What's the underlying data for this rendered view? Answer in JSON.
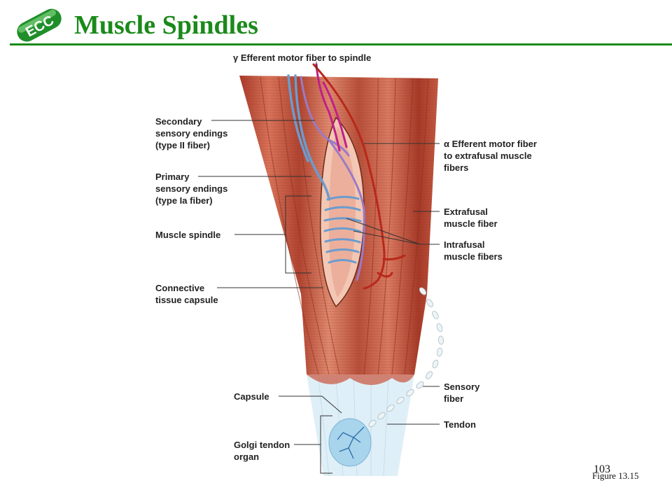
{
  "header": {
    "title": "Muscle Spindles",
    "logo_text": "ECC"
  },
  "diagram": {
    "labels": {
      "gamma": "γ Efferent motor fiber to spindle",
      "secondary": [
        "Secondary",
        "sensory endings",
        "(type II fiber)"
      ],
      "primary": [
        "Primary",
        "sensory endings",
        "(type Ia fiber)"
      ],
      "spindle": "Muscle spindle",
      "connective": [
        "Connective",
        "tissue capsule"
      ],
      "alpha": [
        "α Efferent motor fiber",
        "to extrafusal muscle",
        "fibers"
      ],
      "extrafusal": [
        "Extrafusal",
        "muscle fiber"
      ],
      "intrafusal": [
        "Intrafusal",
        "muscle fibers"
      ],
      "capsule": "Capsule",
      "golgi": [
        "Golgi tendon",
        "organ"
      ],
      "sensory": [
        "Sensory",
        "fiber"
      ],
      "tendon": "Tendon"
    }
  },
  "footer": {
    "page_number": "103",
    "figure": "Figure 13.15"
  },
  "colors": {
    "title": "#1a8a1a",
    "muscle": "#c8543c",
    "tendon": "#dfeff7",
    "sensory_blue": "#6a9ccf",
    "motor_red": "#b8281a",
    "gamma_magenta": "#c0208a",
    "secondary_purple": "#9a7ac8"
  }
}
